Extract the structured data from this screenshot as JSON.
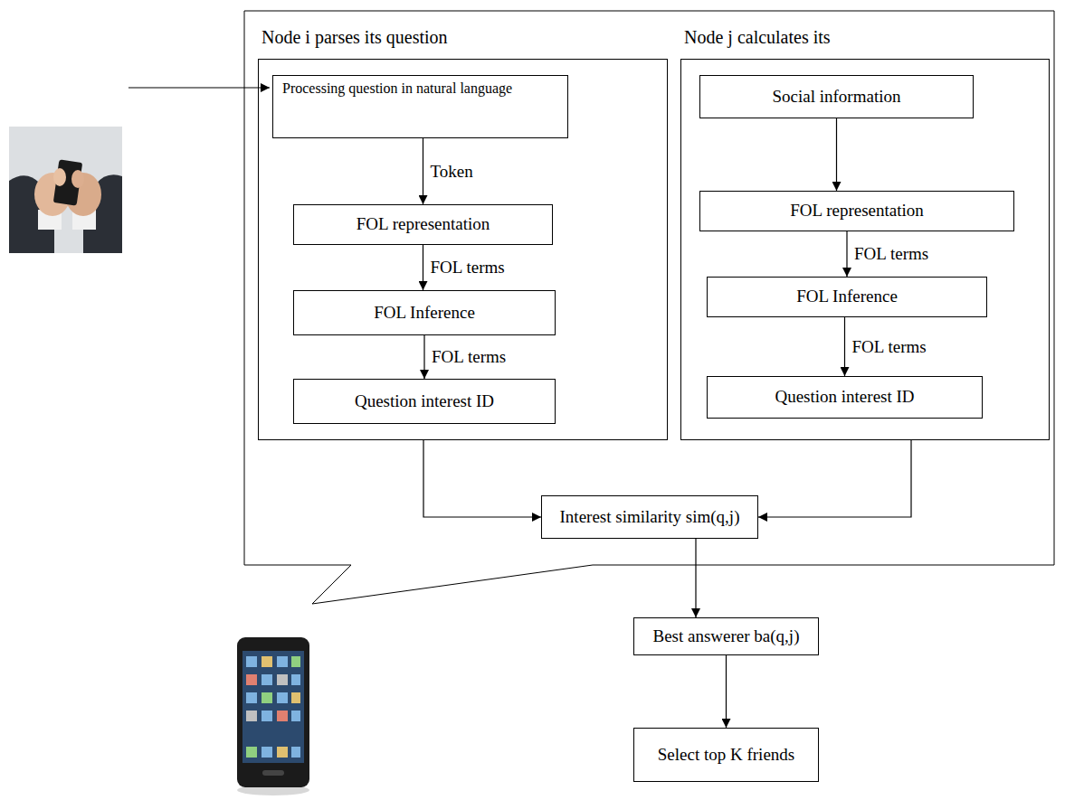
{
  "diagram": {
    "nodes": [
      {
        "text": [
          "Node i parses its question"
        ]
      },
      {
        "text": [
          "Processing question in natural language"
        ],
        "in": 0
      },
      {
        "text": [
          "FOL representation"
        ],
        "in": 0
      },
      {
        "text": [
          "FOL Inference"
        ],
        "in": 0
      },
      {
        "text": [
          "Question interest ID"
        ],
        "in": 0
      },
      {
        "text": [
          "Node j calculates its"
        ]
      },
      {
        "text": [
          "Social information"
        ],
        "in": 5
      },
      {
        "text": [
          "FOL representation"
        ],
        "in": 5
      },
      {
        "text": [
          "FOL Inference"
        ],
        "in": 5
      },
      {
        "text": [
          "Question interest ID"
        ],
        "in": 5
      },
      {
        "text": [
          "Interest similarity sim(q,j)"
        ]
      },
      {
        "text": [
          "Best answerer ba(q,j)"
        ]
      },
      {
        "text": [
          "Select top K friends"
        ]
      }
    ],
    "edges": [
      {
        "from": 1,
        "to": 2,
        "label": "Token",
        "arrow": "to"
      },
      {
        "from": 2,
        "to": 3,
        "label": "FOL terms",
        "arrow": "to"
      },
      {
        "from": 3,
        "to": 4,
        "label": "FOL terms",
        "arrow": "to"
      },
      {
        "from": 6,
        "to": 7,
        "arrow": "to"
      },
      {
        "from": 7,
        "to": 8,
        "label": "FOL terms",
        "arrow": "to"
      },
      {
        "from": 8,
        "to": 9,
        "label": "FOL terms",
        "arrow": "to"
      },
      {
        "from": 0,
        "to": 10,
        "arrow": "to"
      },
      {
        "from": 5,
        "to": 10,
        "arrow": "to"
      },
      {
        "from": 10,
        "to": 11,
        "arrow": "to"
      },
      {
        "from": 11,
        "to": 12,
        "arrow": "to"
      }
    ]
  }
}
